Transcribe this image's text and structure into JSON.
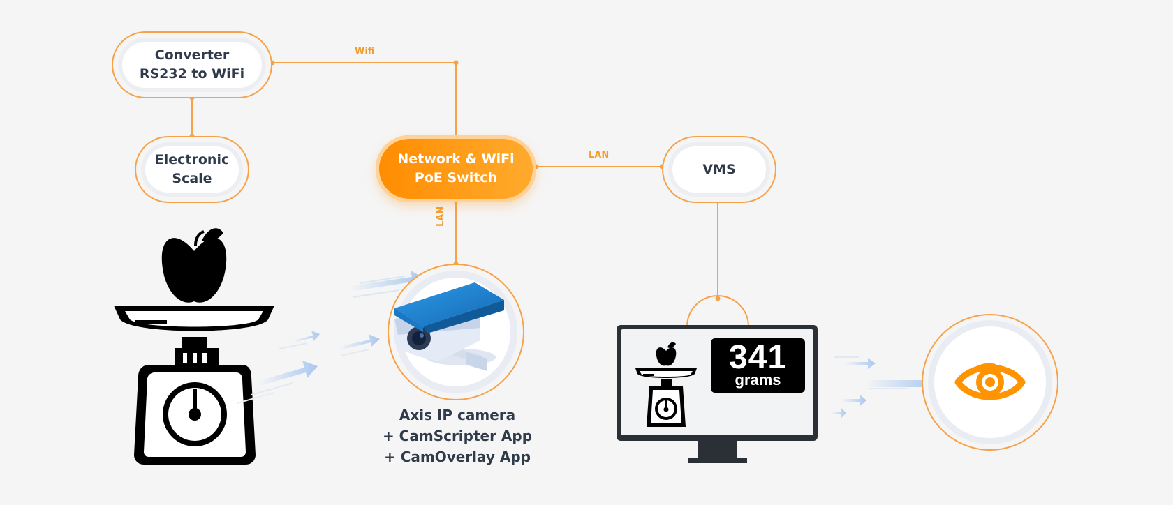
{
  "nodes": {
    "converter": {
      "line1": "Converter",
      "line2": "RS232 to WiFi"
    },
    "scale": {
      "line1": "Electronic",
      "line2": "Scale"
    },
    "switch": {
      "line1": "Network & WiFi",
      "line2": "PoE Switch"
    },
    "vms": {
      "label": "VMS"
    }
  },
  "connections": {
    "wifi": "Wifi",
    "lan_switch_vms": "LAN",
    "lan_switch_camera": "LAN"
  },
  "camera_caption": {
    "line1": "Axis IP camera",
    "line2": "+ CamScripter App",
    "line3": "+ CamOverlay App"
  },
  "monitor_readout": {
    "value": "341",
    "unit": "grams"
  },
  "colors": {
    "accent_orange": "#ff9300",
    "line_orange": "#f6a24a",
    "text_dark": "#2f3a4a",
    "camera_blue": "#1e88d6",
    "arrow_blue": "#a9c8f0",
    "background": "#f5f5f5"
  },
  "icons": [
    "apple-icon",
    "kitchen-scale-icon",
    "ip-camera-icon",
    "monitor-icon",
    "eye-icon"
  ]
}
